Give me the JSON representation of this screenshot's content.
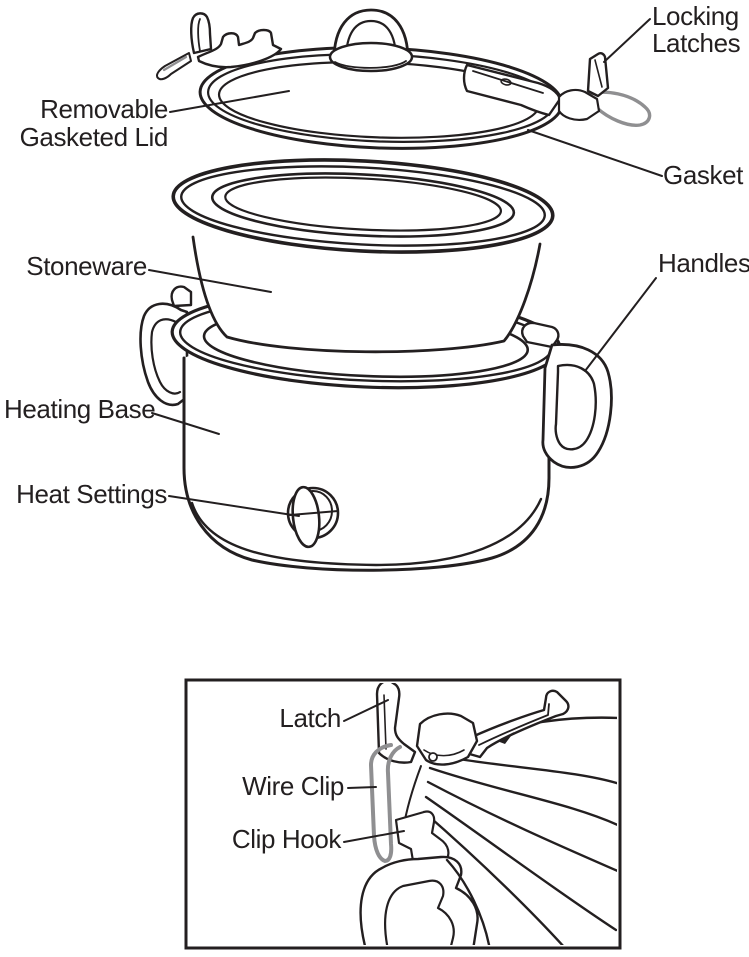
{
  "diagram": {
    "colors": {
      "line": "#231f20",
      "wire_gray": "#8f8f91",
      "text": "#231f20",
      "background": "#ffffff"
    },
    "main_labels": {
      "locking_latches": {
        "line1": "Locking",
        "line2": "Latches"
      },
      "removable_gasketed_lid": {
        "line1": "Removable",
        "line2": "Gasketed Lid"
      },
      "gasket": "Gasket",
      "stoneware": "Stoneware",
      "handles": "Handles",
      "heating_base": "Heating Base",
      "heat_settings": "Heat Settings"
    },
    "inset_labels": {
      "latch": "Latch",
      "wire_clip": "Wire Clip",
      "clip_hook": "Clip Hook"
    }
  }
}
